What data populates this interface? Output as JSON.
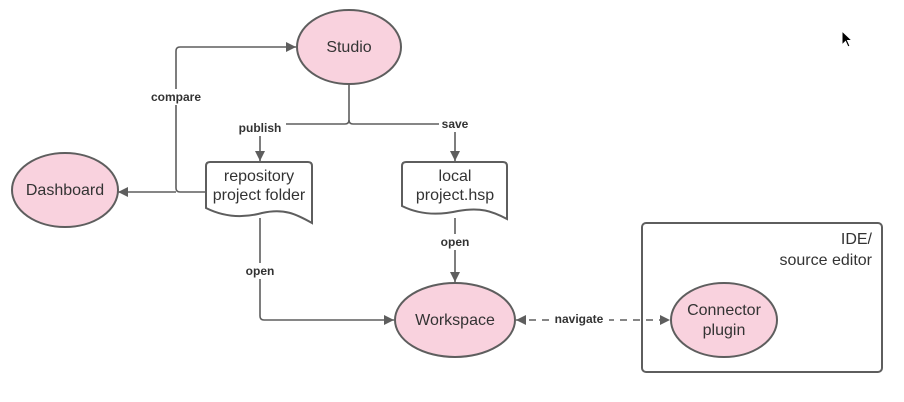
{
  "diagram": {
    "colors": {
      "ellipse_fill": "#f9d2de",
      "stroke": "#5e5e5e",
      "text": "#333333",
      "background": "#ffffff"
    },
    "nodes": {
      "studio": {
        "label": "Studio",
        "shape": "ellipse"
      },
      "dashboard": {
        "label": "Dashboard",
        "shape": "ellipse"
      },
      "repo_folder": {
        "label_lines": [
          "repository",
          "project folder"
        ],
        "shape": "document"
      },
      "local_file": {
        "label_lines": [
          "local",
          "project.hsp"
        ],
        "shape": "document"
      },
      "workspace": {
        "label": "Workspace",
        "shape": "ellipse"
      },
      "ide_container": {
        "label_lines": [
          "IDE/",
          "source editor"
        ],
        "shape": "container"
      },
      "connector_plugin": {
        "label_lines": [
          "Connector",
          "plugin"
        ],
        "shape": "ellipse"
      }
    },
    "edges": {
      "compare": {
        "label": "compare",
        "from": "repository project folder",
        "to": "Studio"
      },
      "publish": {
        "label": "publish",
        "from": "Studio",
        "to": "repository project folder"
      },
      "save": {
        "label": "save",
        "from": "Studio",
        "to": "local project.hsp"
      },
      "to_dashboard": {
        "label": "",
        "from": "repository project folder",
        "to": "Dashboard"
      },
      "open_repo": {
        "label": "open",
        "from": "repository project folder",
        "to": "Workspace"
      },
      "open_local": {
        "label": "open",
        "from": "local project.hsp",
        "to": "Workspace"
      },
      "navigate": {
        "label": "navigate",
        "from": "Workspace",
        "to": "Connector plugin",
        "style": "dashed",
        "bidirectional": true
      }
    }
  },
  "cursor": {
    "icon": "mouse-pointer-icon"
  }
}
